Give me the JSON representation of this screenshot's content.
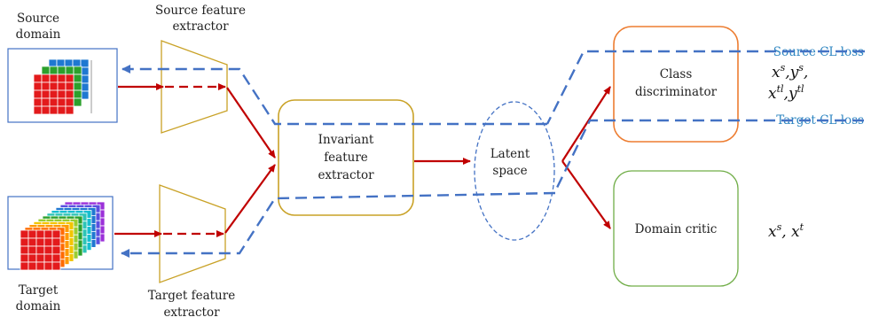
{
  "labels": {
    "source_domain_line1": "Source",
    "source_domain_line2": "domain",
    "target_domain_line1": "Target",
    "target_domain_line2": "domain",
    "source_extractor_line1": "Source feature",
    "source_extractor_line2": "extractor",
    "target_extractor_line1": "Target feature",
    "target_extractor_line2": "extractor",
    "invariant_line1": "Invariant",
    "invariant_line2": "feature",
    "invariant_line3": "extractor",
    "latent_line1": "Latent",
    "latent_line2": "space",
    "class_disc_line1": "Class",
    "class_disc_line2": "discriminator",
    "domain_critic": "Domain critic",
    "source_cl_loss": "Source CL loss",
    "target_cl_loss": "Target CL loss"
  },
  "math": {
    "class_line1_a": "x",
    "class_line1_a_sup": "s",
    "class_line1_b": ",y",
    "class_line1_b_sup": "s",
    "class_line1_c": ",",
    "class_line2_a": "x",
    "class_line2_a_sup": "tl",
    "class_line2_b": ",y",
    "class_line2_b_sup": "tl",
    "critic_a": "x",
    "critic_a_sup": "s",
    "critic_b": ", x",
    "critic_b_sup": "t"
  },
  "colors": {
    "forward_arrow": "#c00000",
    "backward_arrow": "#4472c4",
    "extractor_outline": "#c9a227",
    "invariant_outline": "#c9a227",
    "class_disc_outline": "#ed7d31",
    "domain_critic_outline": "#70ad47",
    "loss_text": "#2e86c1"
  }
}
